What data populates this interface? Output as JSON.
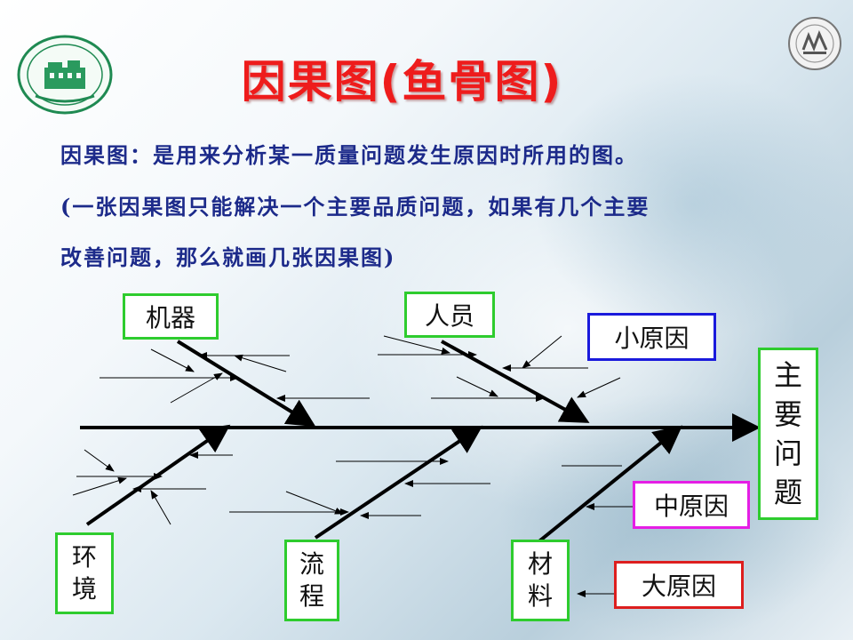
{
  "title": "因果图(鱼骨图)",
  "description": {
    "line1": "因果图：是用来分析某一质量问题发生原因时所用的图。",
    "line2": "(一张因果图只能解决一个主要品质问题，如果有几个主要",
    "line3": "改善问题，那么就画几张因果图)"
  },
  "diagram": {
    "main_problem": [
      "主",
      "要",
      "问",
      "题"
    ],
    "categories": {
      "machine": "机器",
      "people": "人员",
      "environment": [
        "环",
        "境"
      ],
      "process": [
        "流",
        "程"
      ],
      "material": [
        "材",
        "料"
      ]
    },
    "legend": {
      "small_cause": "小原因",
      "medium_cause": "中原因",
      "large_cause": "大原因"
    },
    "colors": {
      "category_border": "#2ecc2e",
      "small_cause_border": "#1a1adc",
      "medium_cause_border": "#e51ee5",
      "large_cause_border": "#dd1e1e",
      "title": "#ee1c1c",
      "description": "#1c2a8a"
    }
  }
}
